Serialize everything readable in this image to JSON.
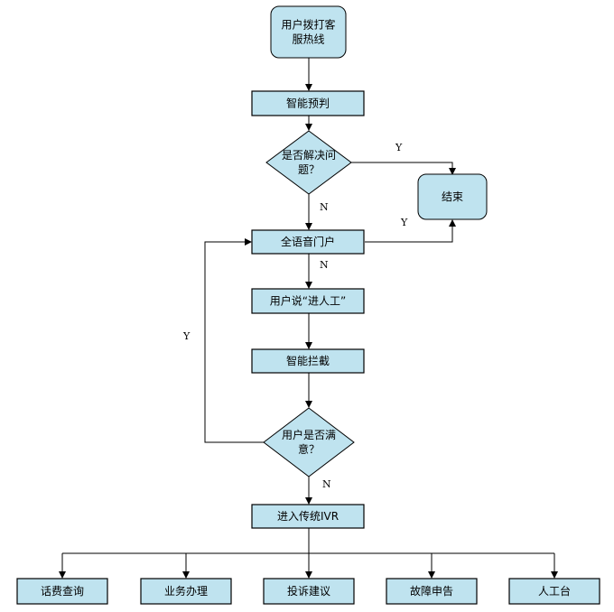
{
  "diagram": {
    "type": "flowchart",
    "colors": {
      "node_fill": "#BFE3EF",
      "stroke": "#000000",
      "background": "#FFFFFF"
    },
    "nodes": {
      "start": {
        "lines": [
          "用户拨打客",
          "服热线"
        ],
        "shape": "rounded"
      },
      "precheck": {
        "lines": [
          "智能预判"
        ],
        "shape": "rect"
      },
      "solved": {
        "lines": [
          "是否解决问",
          "题？"
        ],
        "shape": "diamond"
      },
      "end": {
        "lines": [
          "结束"
        ],
        "shape": "rounded"
      },
      "voice_portal": {
        "lines": [
          "全语音门户"
        ],
        "shape": "rect"
      },
      "say_agent": {
        "lines": [
          "用户说“进人工”"
        ],
        "shape": "rect"
      },
      "intercept": {
        "lines": [
          "智能拦截"
        ],
        "shape": "rect"
      },
      "satisfied": {
        "lines": [
          "用户是否满",
          "意？"
        ],
        "shape": "diamond"
      },
      "ivr": {
        "lines": [
          "进入传统IVR"
        ],
        "shape": "rect"
      },
      "bill_query": {
        "lines": [
          "话费查询"
        ],
        "shape": "rect"
      },
      "business": {
        "lines": [
          "业务办理"
        ],
        "shape": "rect"
      },
      "complaint": {
        "lines": [
          "投诉建议"
        ],
        "shape": "rect"
      },
      "fault": {
        "lines": [
          "故障申告"
        ],
        "shape": "rect"
      },
      "agent_desk": {
        "lines": [
          "人工台"
        ],
        "shape": "rect"
      }
    },
    "edge_labels": {
      "solved_yes": "Y",
      "solved_no": "N",
      "portal_yes": "Y",
      "portal_no": "N",
      "satisfied_yes": "Y",
      "satisfied_no": "N"
    }
  }
}
